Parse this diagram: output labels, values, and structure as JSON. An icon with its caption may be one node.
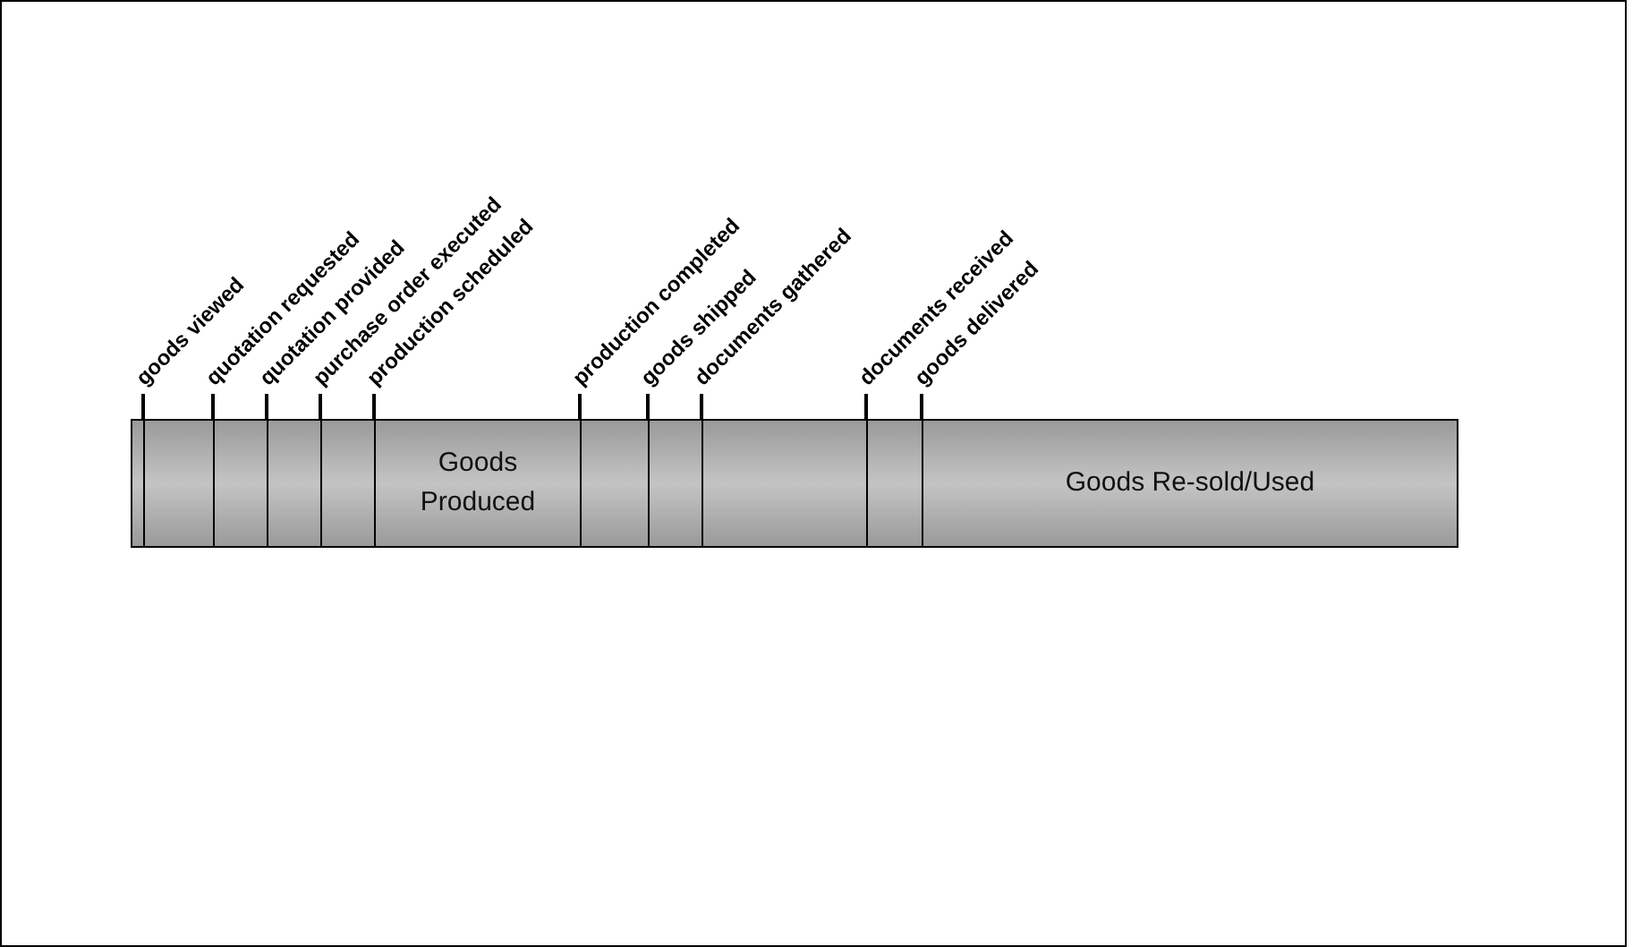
{
  "diagram": {
    "nodes": [
      {
        "text": [],
        "shape": "box"
      },
      {
        "text": [],
        "shape": "box"
      },
      {
        "text": [],
        "shape": "box"
      },
      {
        "text": [],
        "shape": "box"
      },
      {
        "text": [],
        "shape": "box"
      },
      {
        "text": [
          "Goods Produced"
        ]
      },
      {
        "text": [],
        "shape": "box"
      },
      {
        "text": [],
        "shape": "box"
      },
      {
        "text": [],
        "shape": "box"
      },
      {
        "text": [],
        "shape": "box"
      },
      {
        "text": [
          "Goods Re-sold/Used"
        ]
      },
      {
        "text": [
          "goods viewed"
        ]
      },
      {
        "text": [
          "quotation requested"
        ]
      },
      {
        "text": [
          "quotation provided"
        ]
      },
      {
        "text": [
          "purchase order executed"
        ]
      },
      {
        "text": [
          "production scheduled"
        ]
      },
      {
        "text": [
          "production completed"
        ]
      },
      {
        "text": [
          "goods shipped"
        ]
      },
      {
        "text": [
          "documents gathered"
        ]
      },
      {
        "text": [
          "documents received"
        ]
      },
      {
        "text": [
          "goods delivered"
        ]
      }
    ],
    "edges": [
      {
        "from": 11,
        "to": 1,
        "arrow": "none"
      },
      {
        "from": 12,
        "to": 2,
        "arrow": "none"
      },
      {
        "from": 13,
        "to": 3,
        "arrow": "none"
      },
      {
        "from": 14,
        "to": 4,
        "arrow": "none"
      },
      {
        "from": 15,
        "to": 5,
        "arrow": "none"
      },
      {
        "from": 16,
        "to": 6,
        "arrow": "none"
      },
      {
        "from": 17,
        "to": 7,
        "arrow": "none"
      },
      {
        "from": 18,
        "to": 8,
        "arrow": "none"
      },
      {
        "from": 19,
        "to": 9,
        "arrow": "none"
      },
      {
        "from": 20,
        "to": 10,
        "arrow": "none"
      }
    ]
  }
}
